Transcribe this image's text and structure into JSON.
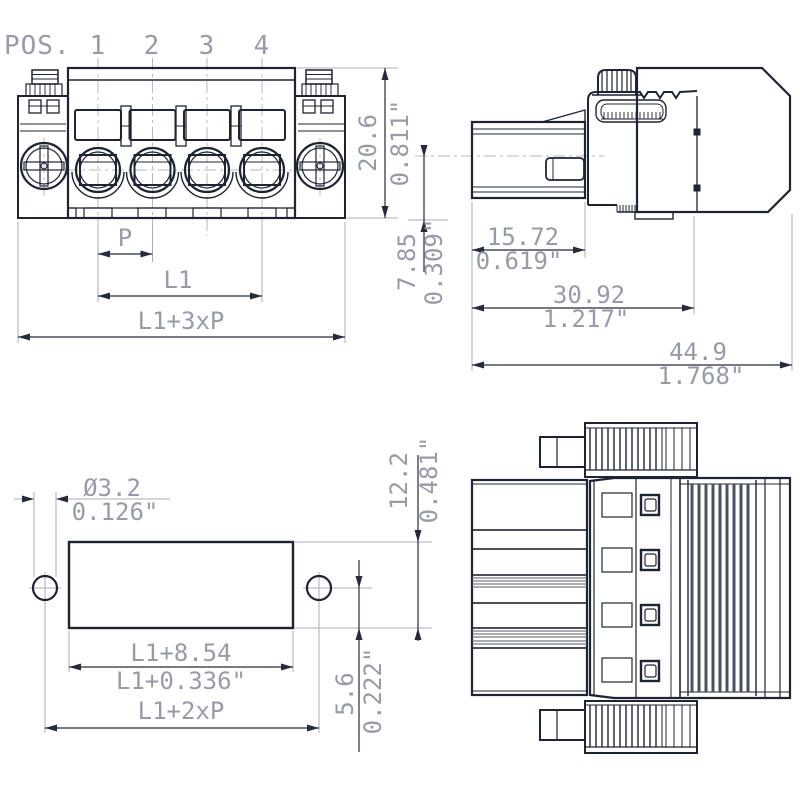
{
  "drawing_type": "terminal-block-connector-dimension-drawing",
  "colors": {
    "background": "#ffffff",
    "geometry_line": "#1d2433",
    "dimension_line": "#242b3b",
    "extension_line": "#a9aeb9",
    "centerline": "#b4b9c2",
    "dimension_text": "#959ca8"
  },
  "positions_header": {
    "label": "POS.",
    "positions": [
      "1",
      "2",
      "3",
      "4"
    ]
  },
  "front_view": {
    "height_mm": "20.6",
    "height_in": "0.811\"",
    "pitch_label": "P",
    "l1_label": "L1",
    "overall_width_label": "L1+3xP"
  },
  "side_view": {
    "center_offset_mm": "7.85",
    "center_offset_in": "0.309\"",
    "plug_depth_mm": "15.72",
    "plug_depth_in": "0.619\"",
    "body_depth_mm": "30.92",
    "body_depth_in": "1.217\"",
    "overall_depth_mm": "44.9",
    "overall_depth_in": "1.768\""
  },
  "panel_cutout_view": {
    "hole_diameter_mm": "Ø3.2",
    "hole_diameter_in": "0.126\"",
    "cutout_height_mm": "12.2",
    "cutout_height_in": "0.481\"",
    "edge_offset_mm": "5.6",
    "edge_offset_in": "0.222\"",
    "cutout_width_mm": "L1+8.54",
    "cutout_width_in": "L1+0.336\"",
    "hole_spacing_label": "L1+2xP"
  }
}
